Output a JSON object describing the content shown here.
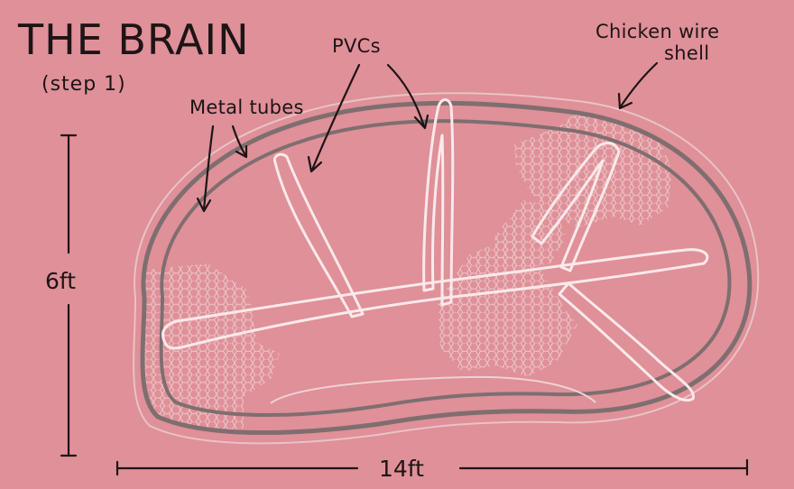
{
  "title": "THE BRAIN",
  "subtitle": "(step 1)",
  "labels": {
    "metal_tubes": "Metal tubes",
    "pvcs": "PVCs",
    "chicken_wire_line1": "Chicken wire",
    "chicken_wire_line2": "shell"
  },
  "dimensions": {
    "height": "6ft",
    "width": "14ft"
  },
  "colors": {
    "background": "#df9098",
    "metal_tube": "#7f6e70",
    "pvc": "#fbe9ea",
    "chicken_wire": "#ecc6c9",
    "ink": "#1e1416"
  }
}
